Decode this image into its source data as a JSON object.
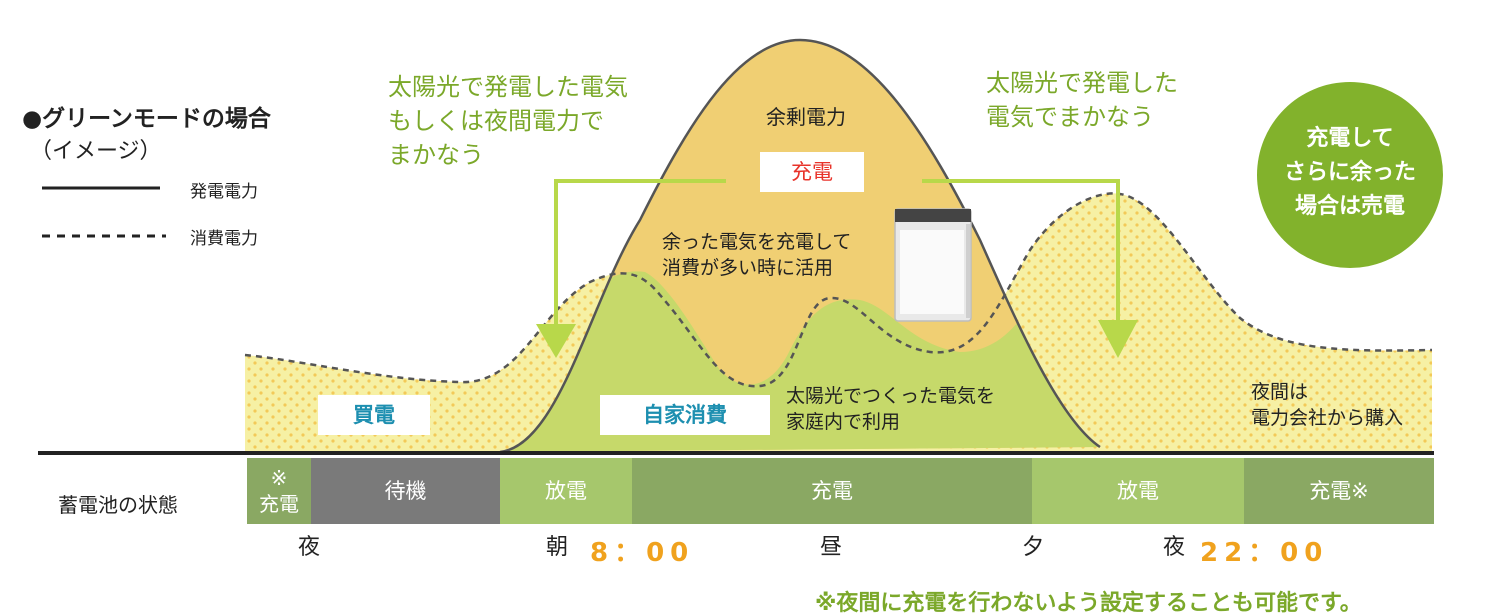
{
  "legend": {
    "title_line1": "●グリーンモードの場合",
    "title_line2": "（イメージ）",
    "generation_label": "発電電力",
    "consumption_label": "消費電力"
  },
  "annotations": {
    "left_source": "太陽光で発電した電気\nもしくは夜間電力で\nまかなう",
    "right_source": "太陽光で発電した\n電気でまかなう",
    "surplus": "余剰電力",
    "charge_box": "充電",
    "charge_note": "余った電気を充電して\n消費が多い時に活用",
    "self_use_note": "太陽光でつくった電気を\n家庭内で利用",
    "night_note": "夜間は\n電力会社から購入",
    "buy_box": "買電",
    "self_box": "自家消費",
    "sell_badge": "充電して\nさらに余った\n場合は売電"
  },
  "battery_state": {
    "label": "蓄電池の状態",
    "segments": [
      {
        "label": "※\n充電"
      },
      {
        "label": "待機"
      },
      {
        "label": "放電"
      },
      {
        "label": "充電"
      },
      {
        "label": "放電"
      },
      {
        "label": "充電※"
      }
    ]
  },
  "timeline": {
    "night_left": "夜",
    "morning": "朝",
    "morning_time": "8：00",
    "noon": "昼",
    "evening": "夕",
    "night_right": "夜",
    "night_time": "22：00"
  },
  "footnote": "※夜間に充電を行わないよう設定することも可能です。",
  "colors": {
    "accent_green": "#7ba82a",
    "light_yellow": "#f6f0a4",
    "gold": "#f0cf73",
    "lime": "#c6d96a",
    "bar_green": "#8aa863",
    "bar_grey": "#7a7a7a",
    "bar_light": "#a6c76c",
    "label_blue": "#1d8fb0",
    "time_orange": "#f0a21e",
    "charge_red": "#e8332a"
  }
}
